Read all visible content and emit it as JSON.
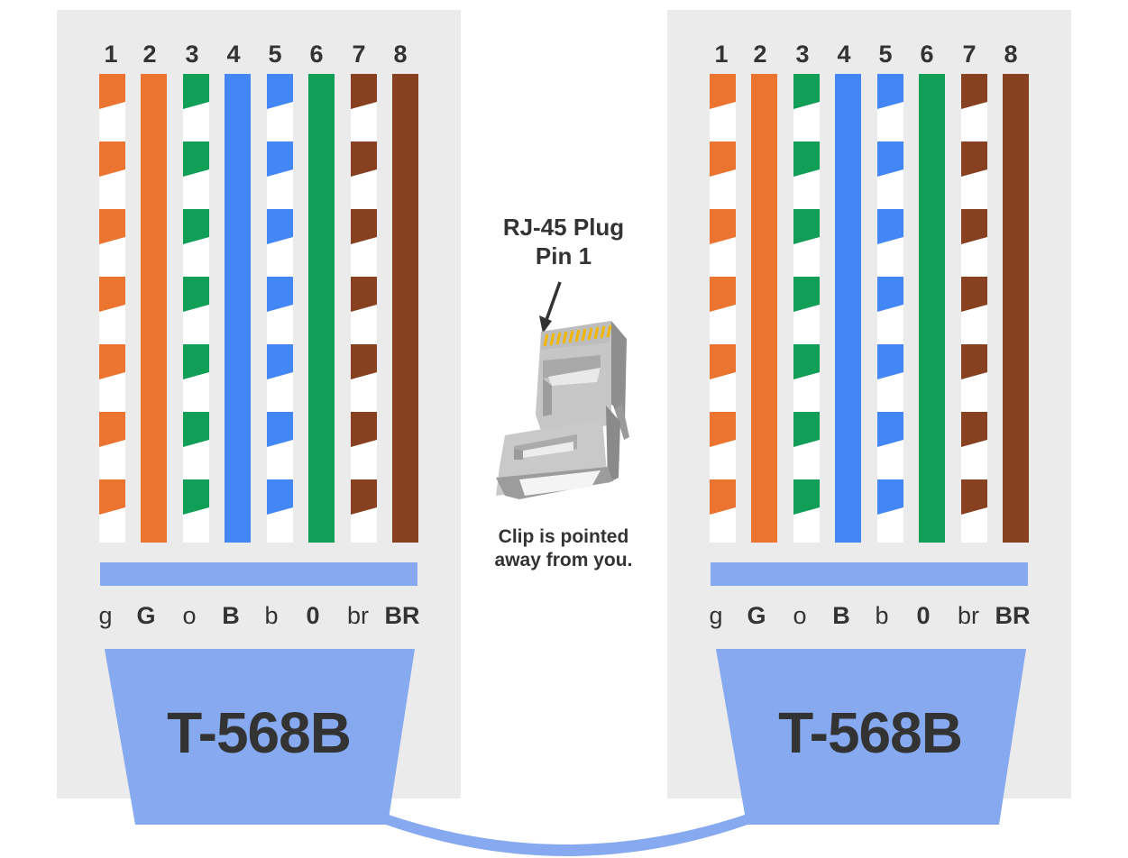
{
  "colors": {
    "panel_bg": "#ebebeb",
    "orange": "#eb7530",
    "green": "#119e57",
    "blue": "#4287f5",
    "brown": "#874020",
    "white": "#ffffff",
    "connector_blue": "#86a9ef",
    "text": "#333333",
    "contact_gold": "#f2b600"
  },
  "pins": [
    "1",
    "2",
    "3",
    "4",
    "5",
    "6",
    "7",
    "8"
  ],
  "wires": [
    {
      "pin": 1,
      "color": "orange",
      "striped": true
    },
    {
      "pin": 2,
      "color": "orange",
      "striped": false
    },
    {
      "pin": 3,
      "color": "green",
      "striped": true
    },
    {
      "pin": 4,
      "color": "blue",
      "striped": false
    },
    {
      "pin": 5,
      "color": "blue",
      "striped": true
    },
    {
      "pin": 6,
      "color": "green",
      "striped": false
    },
    {
      "pin": 7,
      "color": "brown",
      "striped": true
    },
    {
      "pin": 8,
      "color": "brown",
      "striped": false
    }
  ],
  "codes": [
    "g",
    "G",
    "o",
    "B",
    "b",
    "0",
    "br",
    "BR"
  ],
  "left": {
    "standard": "T-568B"
  },
  "right": {
    "standard": "T-568B"
  },
  "center": {
    "plug_title_line1": "RJ-45 Plug",
    "plug_title_line2": "Pin 1",
    "clip_note_line1": "Clip is pointed",
    "clip_note_line2": "away from you."
  }
}
